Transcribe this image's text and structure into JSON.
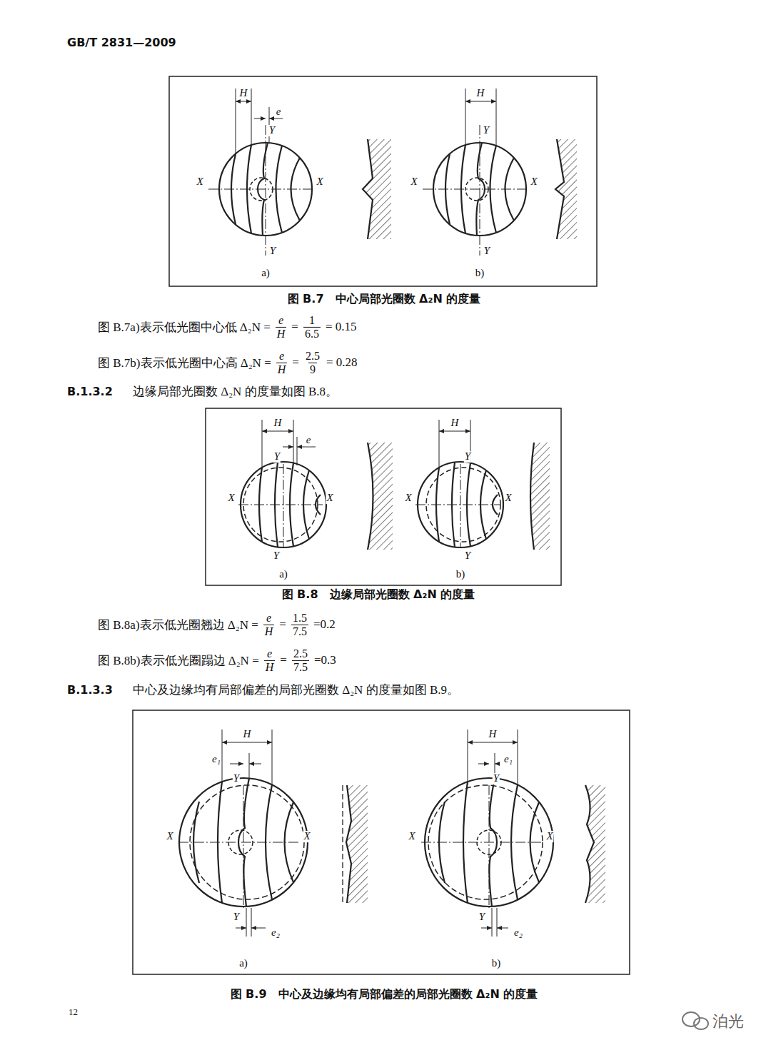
{
  "diagram": {
    "labels": [
      "GB/T 2831—2009",
      "H",
      "e",
      "Y",
      "X",
      "X",
      "Y",
      "a)",
      "H",
      "Y",
      "X",
      "X",
      "Y",
      "b)",
      "图 B.7　中心局部光圈数 Δ₂N 的度量",
      "图 B.7a)表示低光圈中心低 Δ₂N =",
      "e",
      "H",
      "=",
      "1",
      "6.5",
      "= 0.15",
      "图 B.7b)表示低光圈中心高 Δ₂N =",
      "e",
      "H",
      "=",
      "2.5",
      "9",
      "= 0.28",
      "B.1.3.2",
      "边缘局部光圈数 Δ₂N 的度量如图 B.8。",
      "H",
      "e",
      "Y",
      "X",
      "X",
      "Y",
      "a)",
      "H",
      "Y",
      "X",
      "X",
      "Y",
      "b)",
      "图 B.8　边缘局部光圈数 Δ₂N 的度量",
      "图 B.8a)表示低光圈翘边 Δ₂N =",
      "e",
      "H",
      "=",
      "1.5",
      "7.5",
      "=0.2",
      "图 B.8b)表示低光圈蹋边 Δ₂N =",
      "e",
      "H",
      "=",
      "2.5",
      "7.5",
      "=0.3",
      "B.1.3.3",
      "中心及边缘均有局部偏差的局部光圈数 Δ₂N 的度量如图 B.9。",
      "H",
      "e₁",
      "Y",
      "X",
      "X",
      "Y",
      "e₂",
      "a)",
      "H",
      "e₁",
      "Y",
      "X",
      "X",
      "Y",
      "e₂",
      "b)",
      "图 B.9　中心及边缘均有局部偏差的局部光圈数 Δ₂N 的度量",
      "12",
      "泊光"
    ]
  }
}
